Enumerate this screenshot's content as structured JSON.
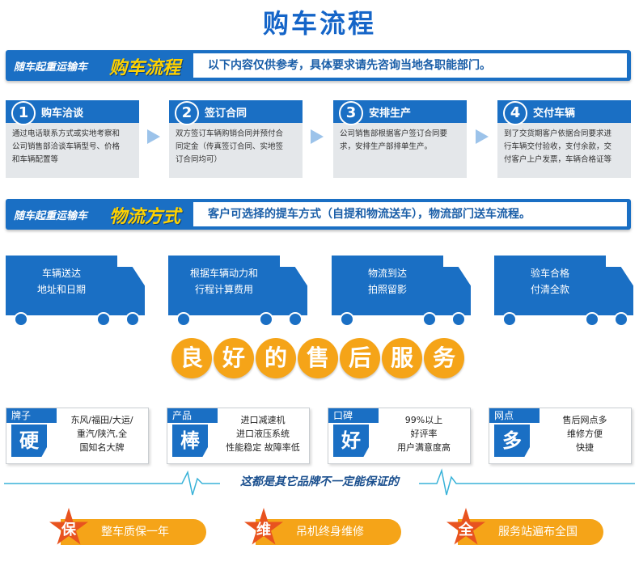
{
  "title": "购车流程",
  "banner1": {
    "lead": "随车起重运输车",
    "big": "购车流程",
    "note": "以下内容仅供参考，具体要求请先咨询当地各职能部门。"
  },
  "steps": [
    {
      "num": "1",
      "label": "购车洽谈",
      "lines": [
        "通过电话联系方式或实地考察和",
        "公司销售部洽谈车辆型号、价格",
        "和车辆配置等"
      ]
    },
    {
      "num": "2",
      "label": "签订合同",
      "lines": [
        "双方签订车辆购销合同并预付合",
        "同定金（传真签订合同、实地签",
        "订合同均可）"
      ]
    },
    {
      "num": "3",
      "label": "安排生产",
      "lines": [
        "公司销售部根据客户签订合同要",
        "求，安排生产部排单生产。"
      ]
    },
    {
      "num": "4",
      "label": "交付车辆",
      "lines": [
        "到了交货期客户依据合同要求进",
        "行车辆交付验收，支付余款，交",
        "付客户上户发票，车辆合格证等"
      ]
    }
  ],
  "banner2": {
    "lead": "随车起重运输车",
    "big": "物流方式",
    "note": "客户可选择的提车方式（自提和物流送车），物流部门送车流程。"
  },
  "trucks": [
    {
      "l1": "车辆送达",
      "l2": "地址和日期"
    },
    {
      "l1": "根据车辆动力和",
      "l2": "行程计算费用"
    },
    {
      "l1": "物流到达",
      "l2": "拍照留影"
    },
    {
      "l1": "验车合格",
      "l2": "付清全款"
    }
  ],
  "service": [
    "良",
    "好",
    "的",
    "售",
    "后",
    "服",
    "务"
  ],
  "cards": [
    {
      "tag": "牌子",
      "big": "硬",
      "lines": [
        "东风/福田/大运/",
        "重汽/陕汽,全",
        "国知名大牌"
      ]
    },
    {
      "tag": "产品",
      "big": "棒",
      "lines": [
        "进口减速机",
        "进口液压系统",
        "性能稳定 故障率低"
      ]
    },
    {
      "tag": "口碑",
      "big": "好",
      "lines": [
        "99%以上",
        "好评率",
        "用户满意度高"
      ]
    },
    {
      "tag": "网点",
      "big": "多",
      "lines": [
        "售后网点多",
        "维修方便",
        "快捷"
      ]
    }
  ],
  "guarantee": "这都是其它品牌不一定能保证的",
  "pills": [
    {
      "star": "保",
      "text": "整车质保一年"
    },
    {
      "star": "维",
      "text": "吊机终身维修"
    },
    {
      "star": "全",
      "text": "服务站遍布全国"
    }
  ]
}
